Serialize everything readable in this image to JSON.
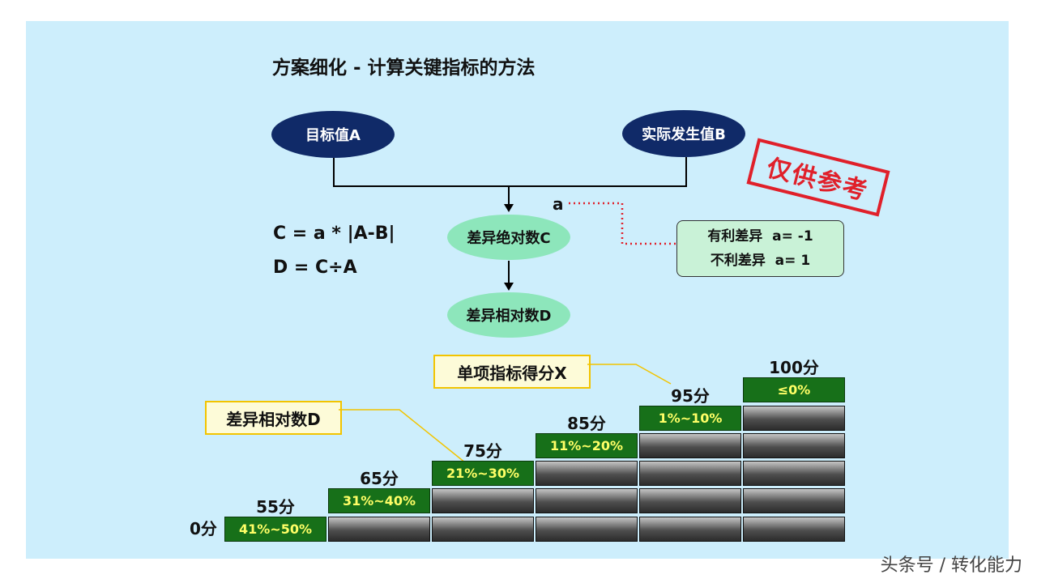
{
  "title": "方案细化 - 计算关键指标的方法",
  "nodes": {
    "target": "目标值A",
    "actual": "实际发生值B",
    "abs_diff": "差异绝对数C",
    "rel_diff": "差异相对数D"
  },
  "a_label": "a",
  "formulas": [
    "C = a * |A-B|",
    "D = C÷A"
  ],
  "info_box": [
    "有利差异  a= -1",
    "不利差异  a= 1"
  ],
  "stamp": "仅供参考",
  "callouts": {
    "score": "单项指标得分X",
    "rel_diff": "差异相对数D"
  },
  "zero_score": "0分",
  "steps": [
    {
      "score": "55分",
      "range": "41%~50%",
      "level": 1
    },
    {
      "score": "65分",
      "range": "31%~40%",
      "level": 2
    },
    {
      "score": "75分",
      "range": "21%~30%",
      "level": 3
    },
    {
      "score": "85分",
      "range": "11%~20%",
      "level": 4
    },
    {
      "score": "95分",
      "range": "1%~10%",
      "level": 5
    },
    {
      "score": "100分",
      "range": "≤0%",
      "level": 6
    }
  ],
  "watermark": "头条号 / 转化能力",
  "colors": {
    "background": "#cdeefc",
    "dark_node": "#102a68",
    "light_node": "#8de6bb",
    "green_cell": "#177019",
    "stamp": "#e0202a",
    "callout_border": "#f2c400"
  }
}
